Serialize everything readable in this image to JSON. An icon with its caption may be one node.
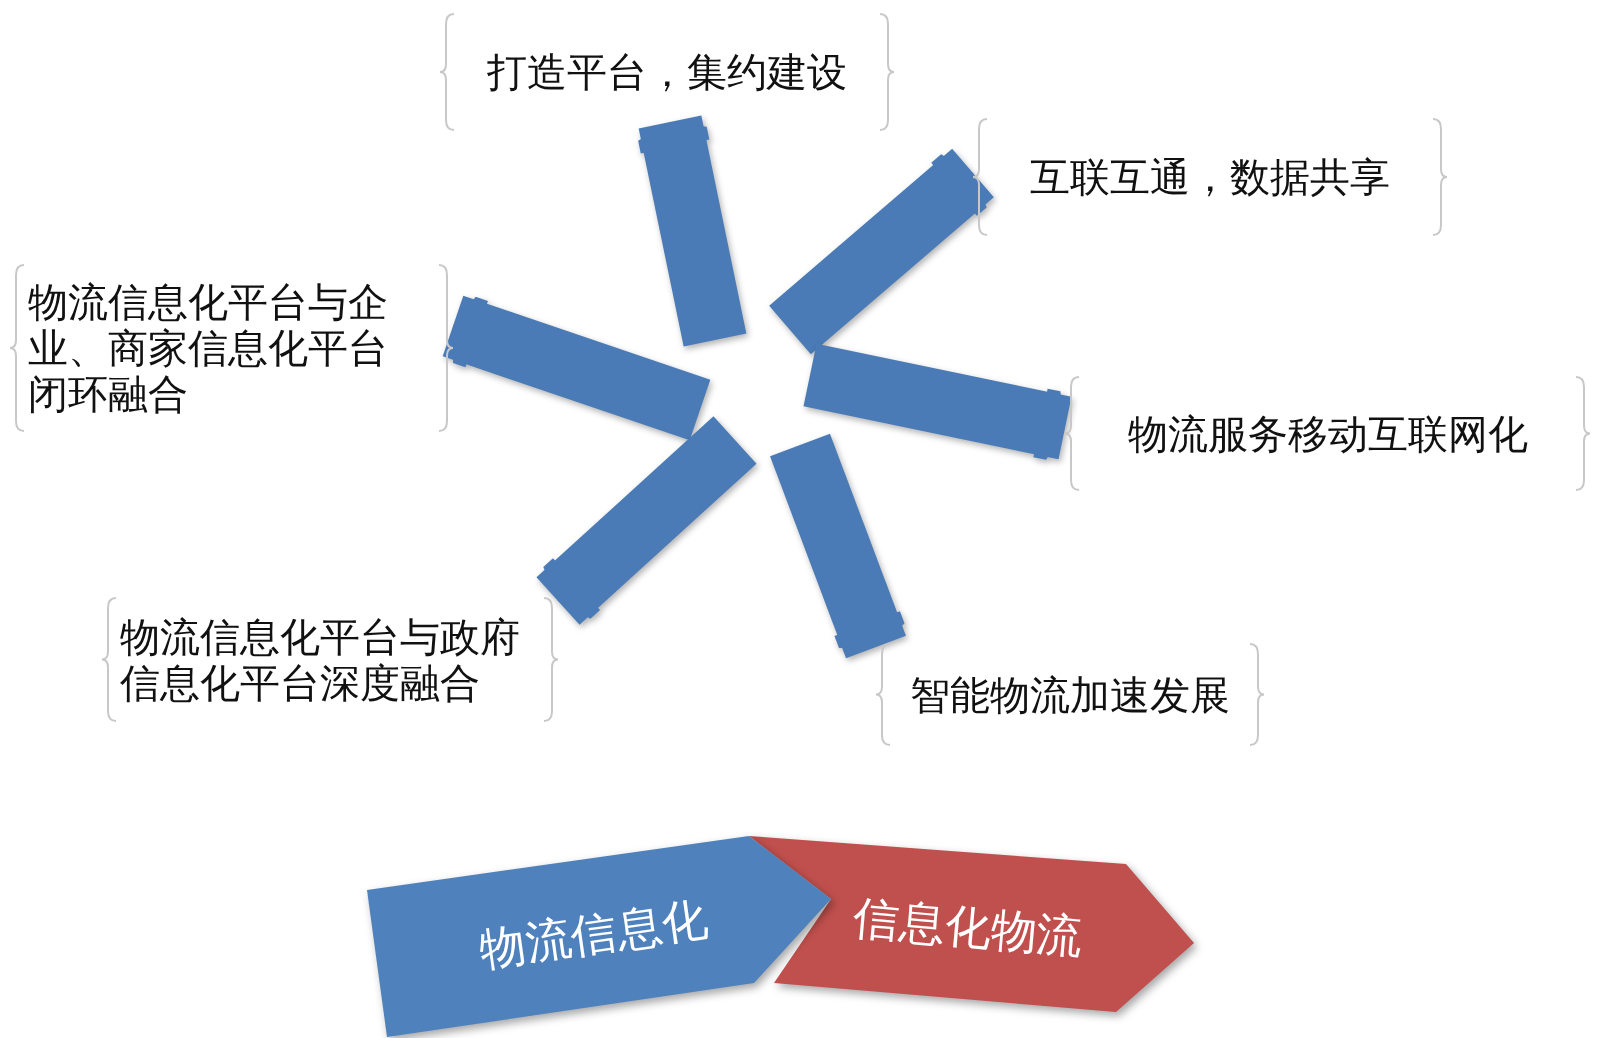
{
  "diagram": {
    "nodes": [
      {
        "text": [
          "打造平台，集约建设"
        ]
      },
      {
        "text": [
          "互联互通，数据共享"
        ]
      },
      {
        "text": [
          "物流信息化平台与企业、商家信息化平台闭环融合"
        ]
      },
      {
        "text": [
          "物流服务移动互联网化"
        ]
      },
      {
        "text": [
          "物流信息化平台与政府信息化平台深度融合"
        ]
      },
      {
        "text": [
          "智能物流加速发展"
        ]
      },
      {
        "text": [
          "物流信息化"
        ]
      },
      {
        "text": [
          "信息化物流"
        ]
      }
    ],
    "edges": [
      {
        "from": null,
        "to": 0,
        "arrow": "to"
      },
      {
        "from": null,
        "to": 1,
        "arrow": "to"
      },
      {
        "from": null,
        "to": 2,
        "arrow": "to"
      },
      {
        "from": null,
        "to": 3,
        "arrow": "to"
      },
      {
        "from": null,
        "to": 4,
        "arrow": "to"
      },
      {
        "from": null,
        "to": 5,
        "arrow": "to"
      }
    ]
  }
}
